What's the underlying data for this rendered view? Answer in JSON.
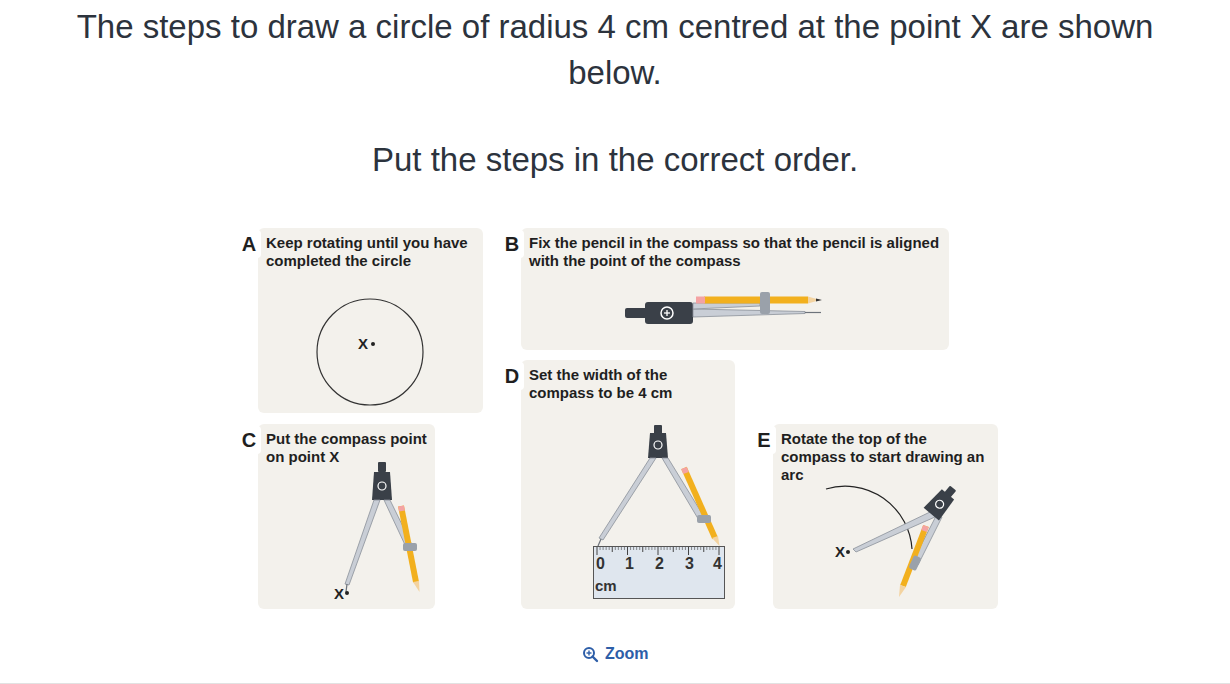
{
  "diagram": {
    "title": "The steps to draw a circle of radius 4 cm centred at the point X are shown below.",
    "nodes": [
      {
        "text": [
          "A",
          "Keep rotating until you have completed the circle"
        ]
      },
      {
        "text": [
          "B",
          "Fix the pencil in the compass so that the pencil is aligned with the point of the compass"
        ]
      },
      {
        "text": [
          "C",
          "Put the compass point on point X"
        ]
      },
      {
        "text": [
          "D",
          "Set the width of the compass to be 4 cm"
        ]
      },
      {
        "text": [
          "E",
          "Rotate the top of the compass to start drawing an arc"
        ]
      }
    ],
    "labels": [
      "Put the steps in the correct order.",
      "X",
      "X",
      "0",
      "1",
      "2",
      "3",
      "4",
      "cm",
      "X",
      "Zoom"
    ]
  }
}
